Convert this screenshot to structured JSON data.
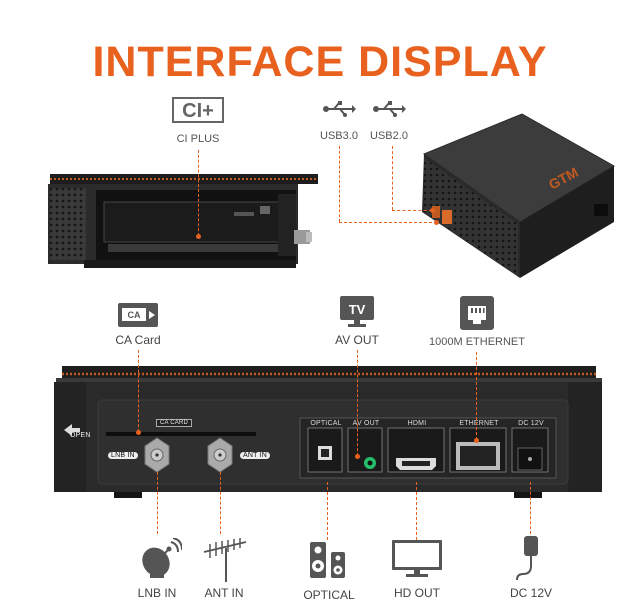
{
  "title": "INTERFACE DISPLAY",
  "top_labels": {
    "ci_plus": "CI PLUS",
    "usb3": "USB3.0",
    "usb2": "USB2.0"
  },
  "ci_icon_text": "CI+",
  "middle_labels": {
    "ca_card": "CA Card",
    "av_out": "AV OUT",
    "ethernet": "1000M ETHERNET"
  },
  "ca_icon_text": "CA",
  "tv_icon_text": "TV",
  "rear_panel": {
    "open": "OPEN",
    "ca_card_slot": "CA CARD",
    "lnb_in": "LNB IN",
    "ant_in": "ANT IN",
    "optical": "OPTICAL",
    "av_out": "AV OUT",
    "hdmi": "HDMI",
    "ethernet": "ETHERNET",
    "dc12v": "DC 12V"
  },
  "bottom_labels": {
    "lnb_in": "LNB IN",
    "ant_in": "ANT IN",
    "optical": "OPTICAL",
    "hd_out": "HD OUT",
    "dc12v": "DC 12V"
  },
  "colors": {
    "accent": "#e8611e",
    "device_body": "#2a2a2a"
  }
}
